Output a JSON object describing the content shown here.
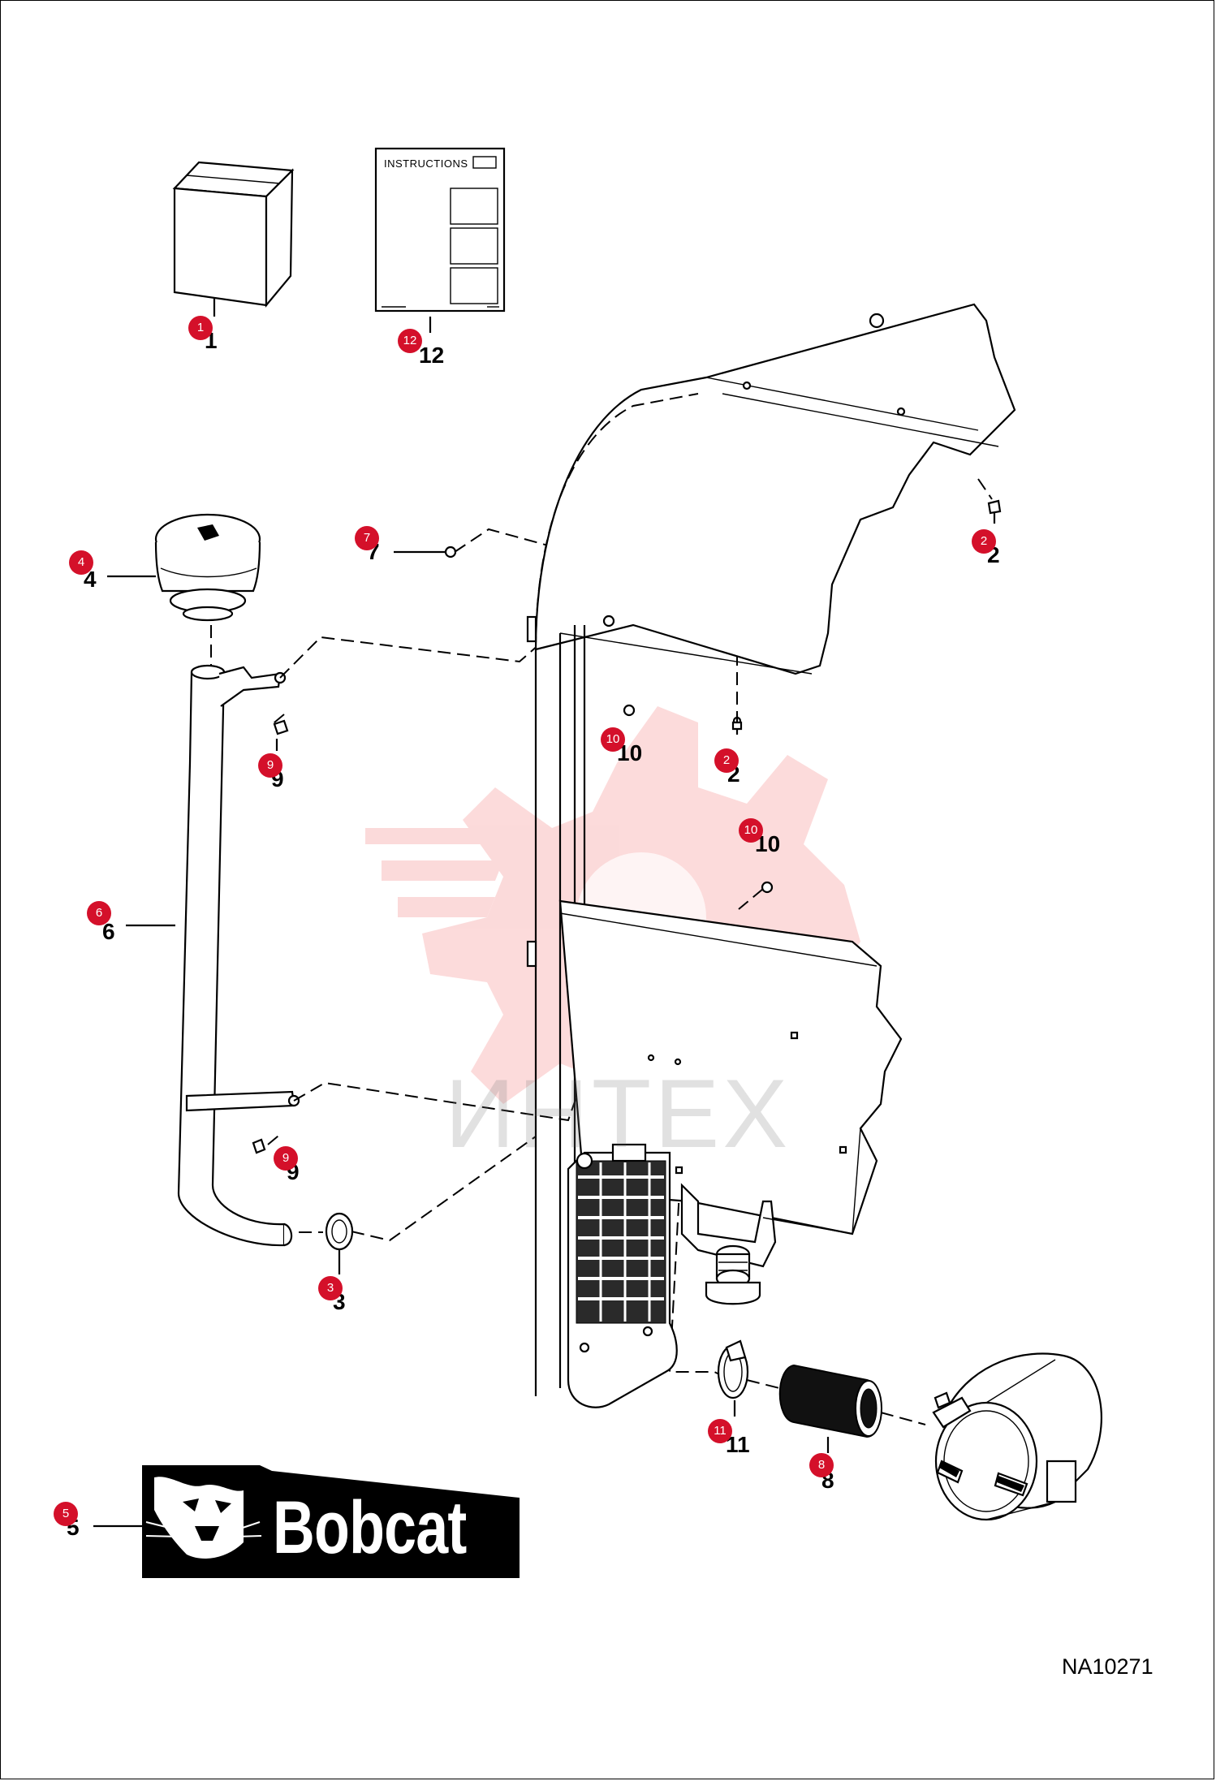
{
  "diagram": {
    "drawing_id": "NA10271",
    "instruction_sheet_title": "INSTRUCTIONS",
    "logo_text": "Bobcat",
    "watermark_text": "ИНТЕХ",
    "colors": {
      "callout": "#d4102a",
      "watermark": "#f08a8a",
      "line": "#000000"
    },
    "parts": [
      {
        "number": "1"
      },
      {
        "number": "12"
      },
      {
        "number": "2"
      },
      {
        "number": "7"
      },
      {
        "number": "4"
      },
      {
        "number": "9"
      },
      {
        "number": "10"
      },
      {
        "number": "2"
      },
      {
        "number": "10"
      },
      {
        "number": "6"
      },
      {
        "number": "9"
      },
      {
        "number": "3"
      },
      {
        "number": "11"
      },
      {
        "number": "8"
      },
      {
        "number": "5"
      }
    ]
  }
}
